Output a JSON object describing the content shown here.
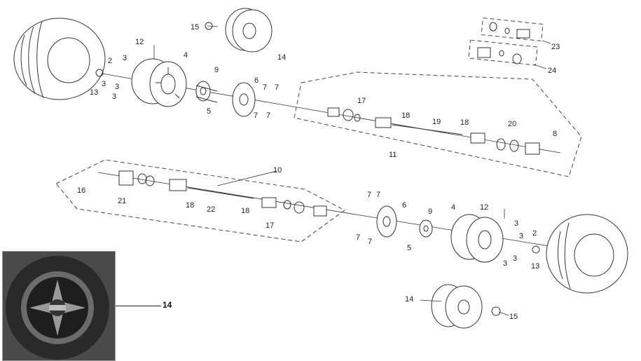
{
  "diagram": {
    "labels": {
      "l1": "15",
      "l2": "14",
      "l3": "12",
      "l4": "4",
      "l5": "2",
      "l6": "3",
      "l7": "3",
      "l8": "3",
      "l9": "3",
      "l10": "13",
      "l11": "9",
      "l12": "5",
      "l13": "6",
      "l14": "7",
      "l15": "7",
      "l16": "7",
      "l17": "7",
      "l18": "17",
      "l19": "18",
      "l20": "19",
      "l21": "18",
      "l22": "20",
      "l23": "8",
      "l24": "11",
      "l25": "23",
      "l26": "24",
      "l27": "10",
      "l28": "16",
      "l29": "21",
      "l30": "18",
      "l31": "22",
      "l32": "18",
      "l33": "17",
      "l34": "7",
      "l35": "7",
      "l36": "6",
      "l37": "9",
      "l38": "4",
      "l39": "12",
      "l40": "7",
      "l41": "7",
      "l42": "5",
      "l43": "3",
      "l44": "2",
      "l45": "3",
      "l46": "3",
      "l47": "3",
      "l48": "13",
      "l49": "14",
      "l50": "15"
    },
    "photo_callout": "14",
    "colors": {
      "line": "#333333",
      "photo_bg": "#3a3a3a",
      "rim": "#9a9a9a"
    }
  }
}
